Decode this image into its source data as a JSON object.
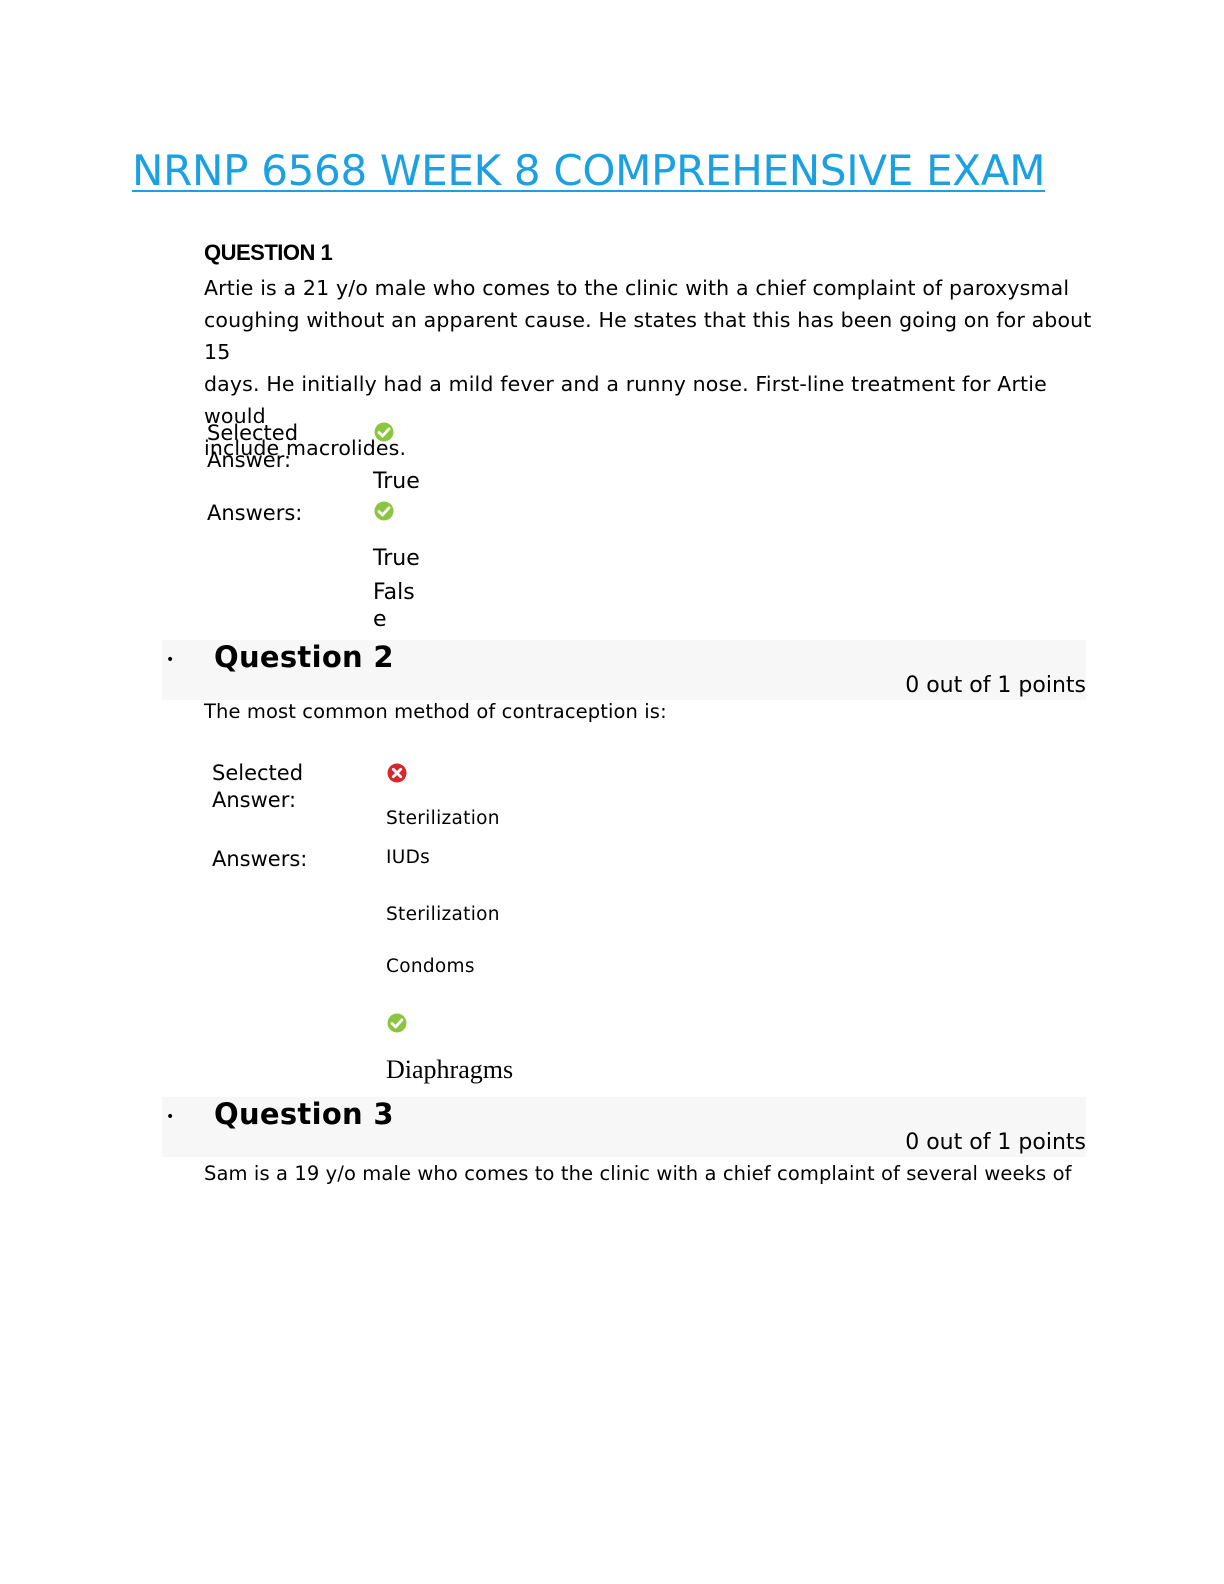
{
  "title": "NRNP 6568 WEEK 8 COMPREHENSIVE EXAM",
  "q1": {
    "heading": "QUESTION 1",
    "lines": [
      "Artie is a 21 y/o male who comes to the clinic with a chief complaint of paroxysmal",
      "coughing without an apparent cause. He states that this has been going on for about 15",
      "days. He initially had a mild fever and a runny nose. First-line treatment for Artie would",
      "include macrolides."
    ],
    "selected_label_1": "Selected",
    "selected_label_2": "Answer:",
    "selected_answer": "True",
    "answers_label": "Answers:",
    "answers": [
      "True",
      "Fals",
      "e"
    ]
  },
  "q2": {
    "bullet": "•",
    "heading": "Question 2",
    "points": "0 out of 1 points",
    "text": "The most common method of contraception is:",
    "selected_label_1": "Selected",
    "selected_label_2": "Answer:",
    "selected_answer": "Sterilization",
    "answers_label": "Answers:",
    "answers": [
      "IUDs",
      "Sterilization",
      "Condoms",
      "Diaphragms"
    ]
  },
  "q3": {
    "bullet": "•",
    "heading": "Question 3",
    "points": "0 out of 1 points",
    "text": "Sam is a 19 y/o male who comes to the clinic with a chief complaint of several weeks of"
  },
  "colors": {
    "title": "#1ba0e2",
    "correct": "#8cc63f",
    "incorrect": "#d9262b",
    "bar": "#f7f7f7"
  },
  "icons": {
    "correct": "check-circle-icon",
    "incorrect": "x-circle-icon"
  }
}
